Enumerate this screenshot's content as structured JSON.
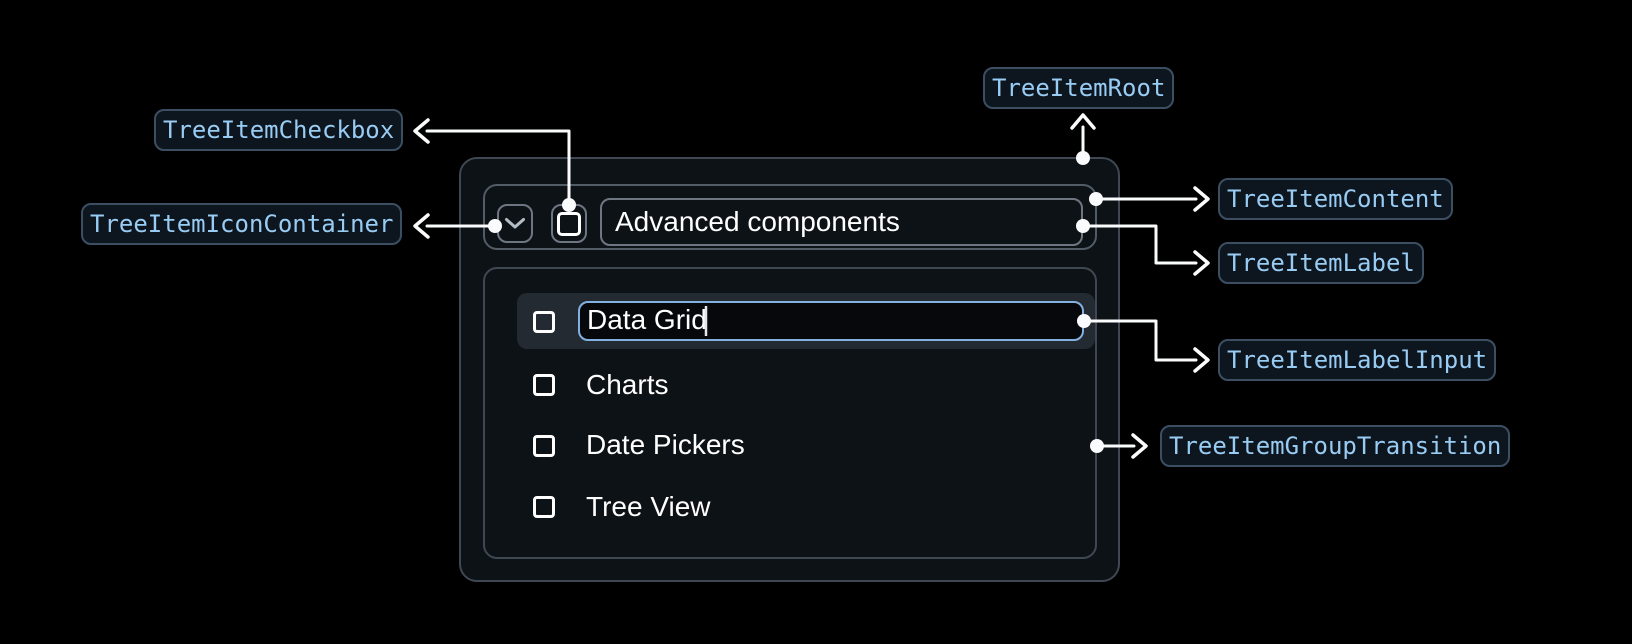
{
  "diagram": {
    "badges": [
      {
        "id": "root",
        "label": "TreeItemRoot"
      },
      {
        "id": "checkbox",
        "label": "TreeItemCheckbox"
      },
      {
        "id": "icon_container",
        "label": "TreeItemIconContainer"
      },
      {
        "id": "content",
        "label": "TreeItemContent"
      },
      {
        "id": "label",
        "label": "TreeItemLabel"
      },
      {
        "id": "label_input",
        "label": "TreeItemLabelInput"
      },
      {
        "id": "group_transition",
        "label": "TreeItemGroupTransition"
      }
    ]
  },
  "tree": {
    "parent_item": {
      "label": "Advanced components",
      "expanded": true,
      "checkbox_checked": false
    },
    "editing_item": {
      "input_value": "Data Grid",
      "checkbox_checked": false,
      "selected": true
    },
    "items": [
      {
        "label": "Charts",
        "checkbox_checked": false
      },
      {
        "label": "Date Pickers",
        "checkbox_checked": false
      },
      {
        "label": "Tree View",
        "checkbox_checked": false
      }
    ]
  },
  "colors": {
    "page_background": "#000000",
    "component_fill": "#0d1217",
    "component_border": "#3f4852",
    "control_border": "#6e7781",
    "row_highlight": "#242a32",
    "focus_ring_blue": "#83b0e1",
    "badge_text_blue": "#99ccf3",
    "badge_border": "#3c4f62",
    "badge_background": "#0d151f",
    "connector_white": "#fafbfc",
    "text_white": "#ffffff"
  }
}
